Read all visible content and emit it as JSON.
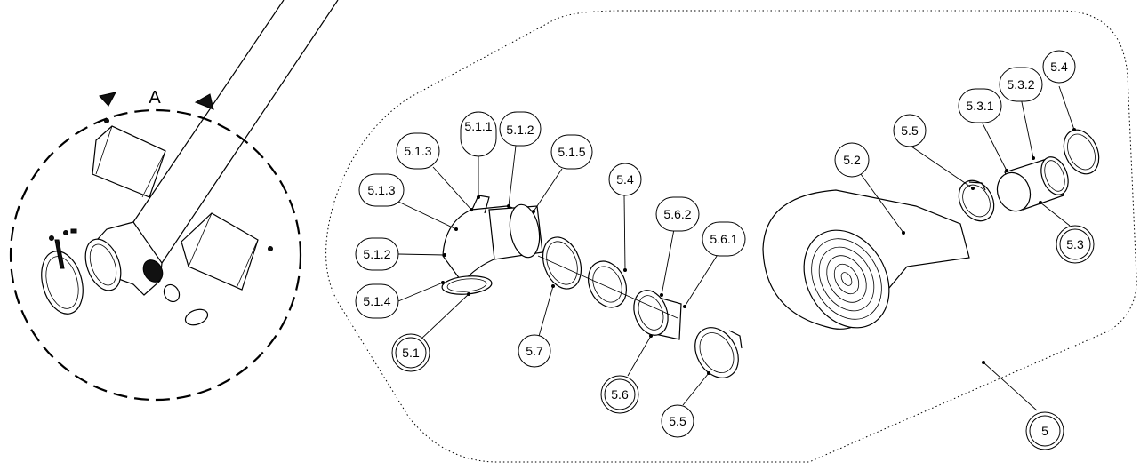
{
  "view": {
    "label": "A"
  },
  "balloons": {
    "b_5_1_1": "5.1.1",
    "b_5_1_2_top": "5.1.2",
    "b_5_1_5": "5.1.5",
    "b_5_1_3_a": "5.1.3",
    "b_5_1_3_b": "5.1.3",
    "b_5_1_2_left": "5.1.2",
    "b_5_1_4": "5.1.4",
    "b_5_1": "5.1",
    "b_5_7": "5.7",
    "b_5_4_mid": "5.4",
    "b_5_6_2": "5.6.2",
    "b_5_6_1": "5.6.1",
    "b_5_6": "5.6",
    "b_5_5_bottom": "5.5",
    "b_5_2": "5.2",
    "b_5_5_top": "5.5",
    "b_5_3_1": "5.3.1",
    "b_5_3_2": "5.3.2",
    "b_5_4_right": "5.4",
    "b_5_3": "5.3",
    "b_5": "5"
  }
}
